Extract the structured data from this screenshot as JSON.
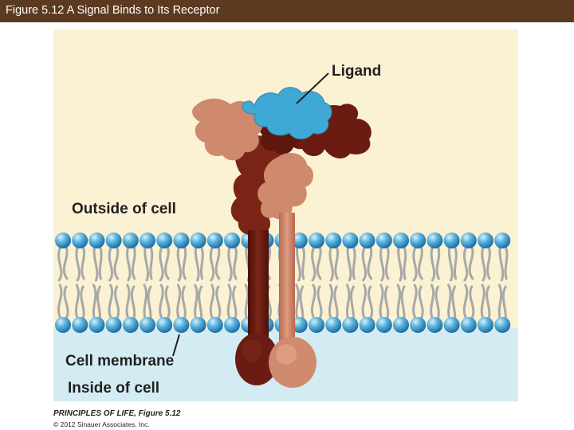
{
  "header": {
    "title": "Figure 5.12  A Signal Binds to Its Receptor",
    "background": "#5c3a21"
  },
  "figure": {
    "labels": {
      "ligand": "Ligand",
      "outside": "Outside of cell",
      "membrane": "Cell membrane",
      "inside": "Inside of cell"
    },
    "colors": {
      "outside_bg": "#fbf1d3",
      "inside_bg": "#d3ecf3",
      "lipid_head": "#3d9cd4",
      "lipid_tail": "#a8a8a8",
      "ligand": "#3fa9d6",
      "receptor_light": "#cf8a6e",
      "receptor_dark": "#6b1c12"
    }
  },
  "footer": {
    "source": "PRINCIPLES OF LIFE, Figure 5.12",
    "copyright": "© 2012 Sinauer Associates, Inc."
  }
}
